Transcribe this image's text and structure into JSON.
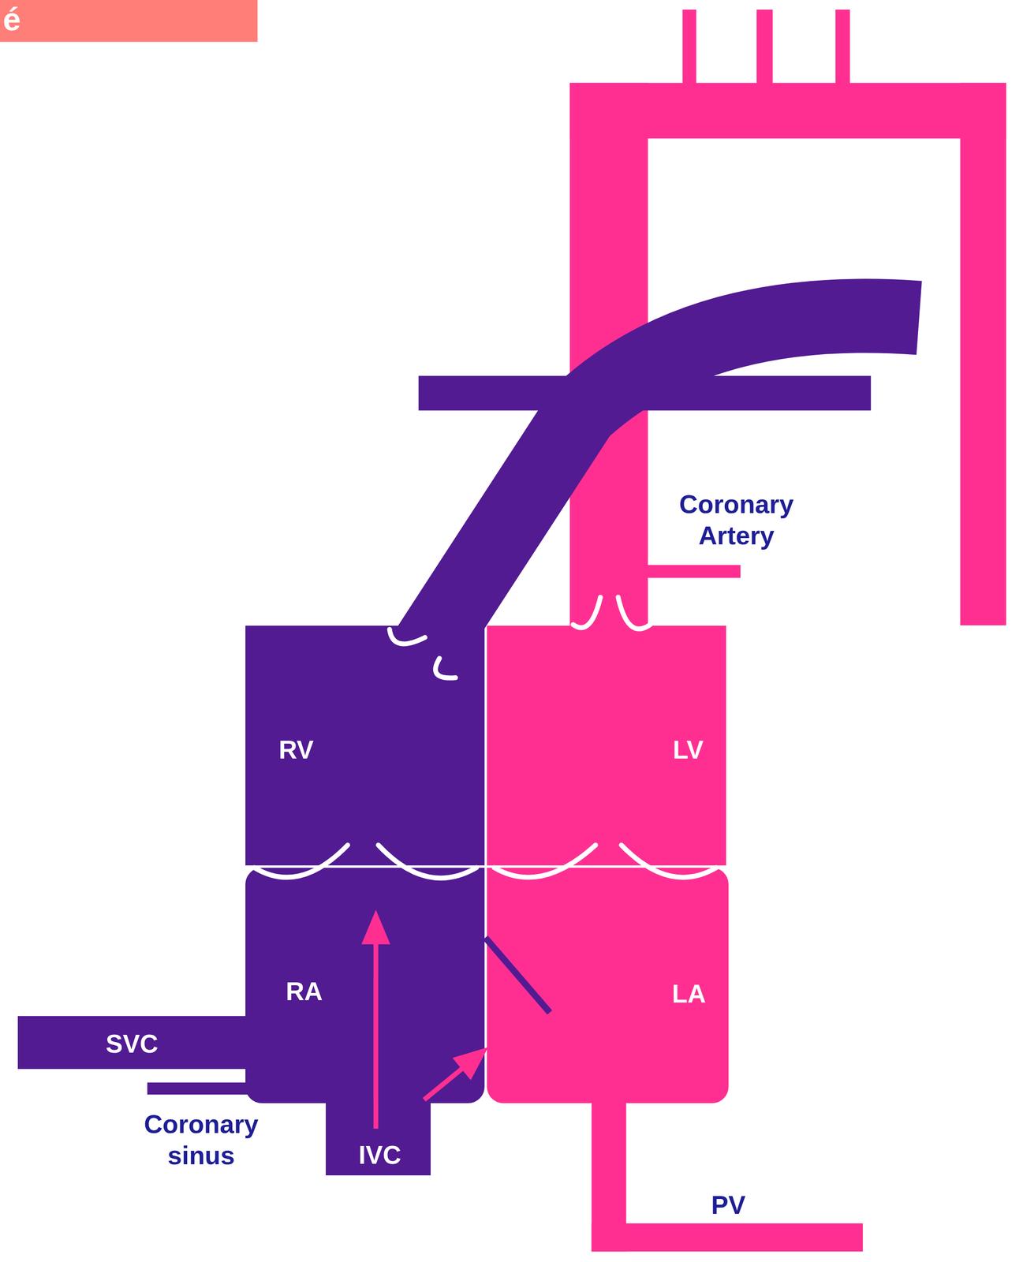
{
  "diagram": {
    "nodes": [
      {
        "text": [
          "RV"
        ]
      },
      {
        "text": [
          "LV"
        ]
      },
      {
        "text": [
          "RA"
        ]
      },
      {
        "text": [
          "LA"
        ]
      },
      {
        "text": [
          "SVC"
        ]
      },
      {
        "text": [
          "IVC"
        ]
      }
    ],
    "edges": [
      {
        "from": 5,
        "to": 2,
        "arrow": "to"
      },
      {
        "from": 5,
        "to": 3,
        "arrow": "to"
      }
    ],
    "labels": [
      "é",
      "Coronary Artery",
      "Coronary sinus",
      "PV"
    ]
  }
}
